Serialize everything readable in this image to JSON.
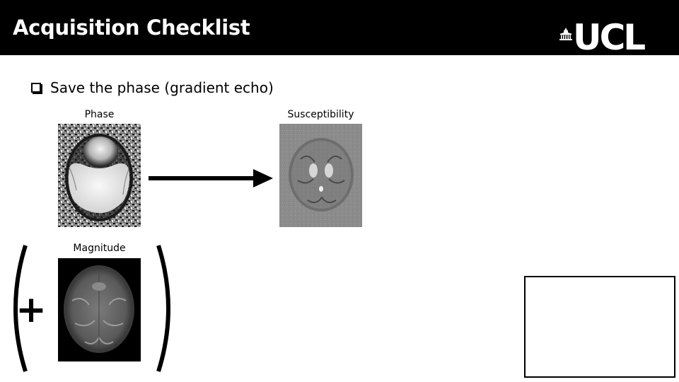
{
  "slide": {
    "title": "Acquisition Checklist",
    "logo_text": "UCL",
    "checklist": [
      {
        "label": "Save the phase (gradient echo)",
        "checked": false
      }
    ],
    "images": {
      "phase": {
        "caption": "Phase"
      },
      "susceptibility": {
        "caption": "Susceptibility"
      },
      "magnitude": {
        "caption": "Magnitude"
      }
    },
    "plus_symbol": "+"
  },
  "colors": {
    "header_bg": "#000000",
    "header_text": "#ffffff",
    "background": "#ffffff"
  }
}
